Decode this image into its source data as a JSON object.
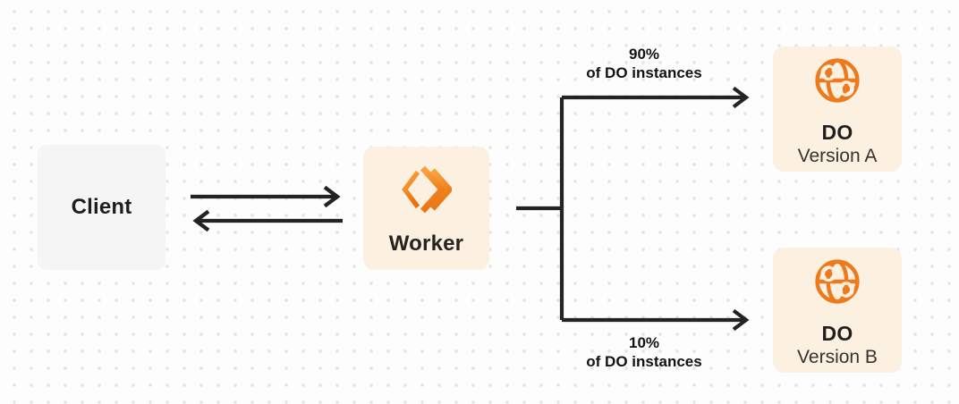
{
  "diagram": {
    "description": "Traffic-splitting diagram: Client calls a Worker which routes requests to two Durable Object versions",
    "client": {
      "label": "Client"
    },
    "worker": {
      "label": "Worker",
      "icon": "workers-chevrons-icon"
    },
    "branches": [
      {
        "percent": "90%",
        "caption": "of DO instances",
        "target": "DO Version A",
        "label_position": "above-arrow"
      },
      {
        "percent": "10%",
        "caption": "of DO instances",
        "target": "DO Version B",
        "label_position": "below-arrow"
      }
    ],
    "durable_objects": [
      {
        "title": "DO",
        "subtitle": "Version A",
        "icon": "globe-icon"
      },
      {
        "title": "DO",
        "subtitle": "Version B",
        "icon": "globe-icon"
      }
    ],
    "colors": {
      "canvas_background": "#FDFDFD",
      "dot_grid": "#E3E3E6",
      "client_box": "#F5F5F6",
      "cream_box": "#FCF0E1",
      "accent_orange": "#ED7A1D",
      "accent_orange_light": "#F8A13C",
      "accent_orange_dark": "#E96D0D",
      "arrow_dark": "#232323",
      "text_dark": "#1E1E1E"
    }
  }
}
